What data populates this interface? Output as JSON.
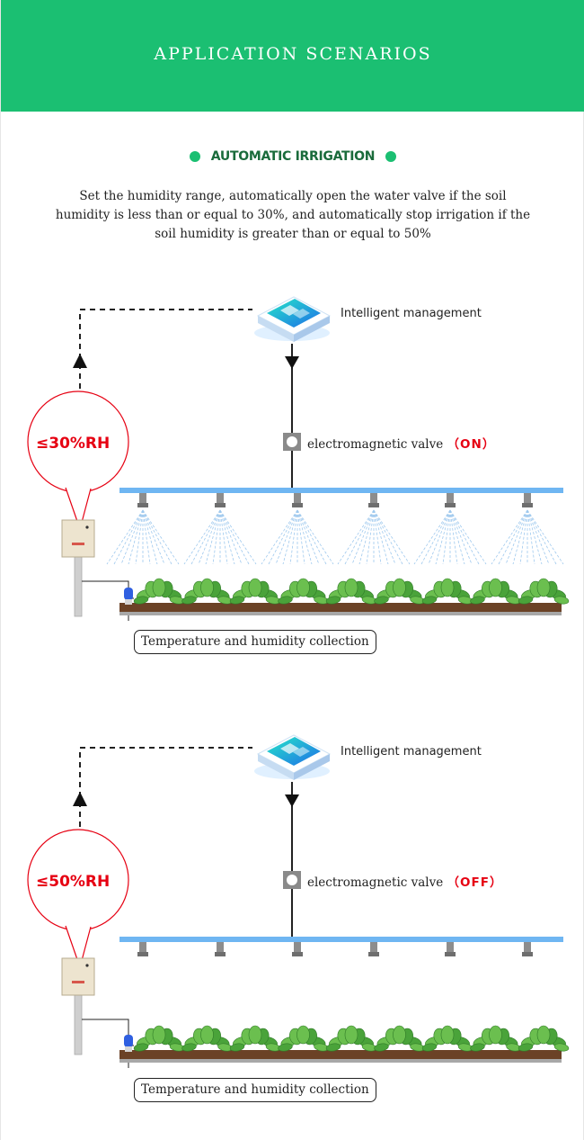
{
  "header": {
    "title": "APPLICATION SCENARIOS"
  },
  "section": {
    "title": "AUTOMATIC IRRIGATION",
    "description": "Set the humidity range, automatically open the water valve if the soil humidity is less than or equal to 30%, and automatically stop irrigation if the soil humidity is greater than or equal to 50%"
  },
  "scenes": [
    {
      "management_label": "Intelligent management",
      "valve_label": "electromagnetic valve",
      "valve_state": "（ON）",
      "humidity": "≤30%RH",
      "collection_label": "Temperature and humidity collection",
      "spraying": true
    },
    {
      "management_label": "Intelligent management",
      "valve_label": "electromagnetic valve",
      "valve_state": "（OFF）",
      "humidity": "≤50%RH",
      "collection_label": "Temperature and humidity collection",
      "spraying": false
    }
  ],
  "colors": {
    "header_green": "#1bbf72",
    "alert_red": "#e60012",
    "pipe_blue": "#6fb6f2",
    "soil_brown": "#6b4226",
    "plant_green": "#4aa33a"
  }
}
